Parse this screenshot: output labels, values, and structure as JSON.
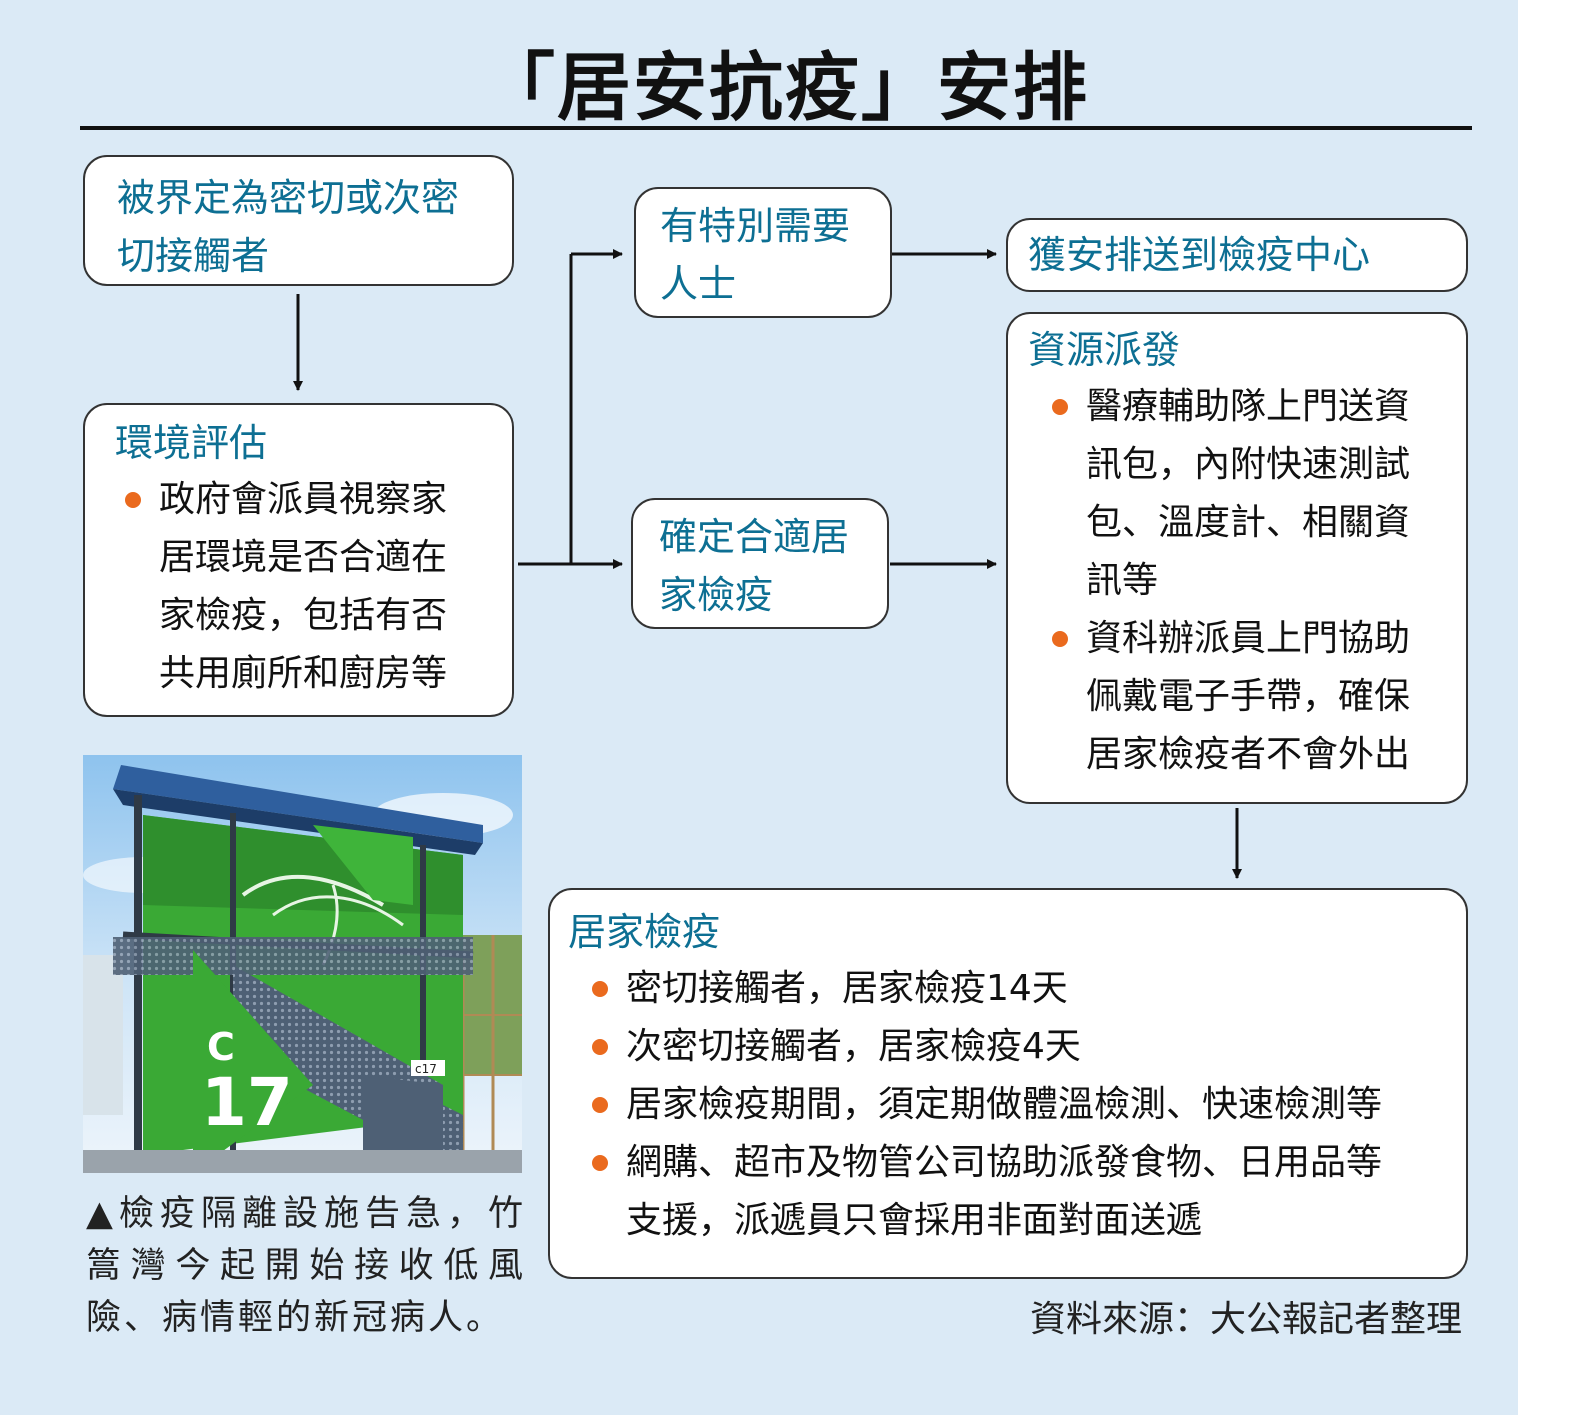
{
  "title": "「居安抗疫」安排",
  "box_contacts": {
    "lines": [
      "被界定為密切或次密",
      "切接觸者"
    ]
  },
  "box_assessment": {
    "heading": "環境評估",
    "items": [
      [
        "政府會派員視察家",
        "居環境是否合適在",
        "家檢疫，包括有否",
        "共用廁所和廚房等"
      ]
    ]
  },
  "box_special": {
    "lines": [
      "有特別需要",
      "人士"
    ]
  },
  "box_suitable": {
    "lines": [
      "確定合適居",
      "家檢疫"
    ]
  },
  "box_centre": {
    "text": "獲安排送到檢疫中心"
  },
  "box_resources": {
    "heading": "資源派發",
    "items": [
      [
        "醫療輔助隊上門送資",
        "訊包，內附快速測試",
        "包、溫度計、相關資",
        "訊等"
      ],
      [
        "資科辦派員上門協助",
        "佩戴電子手帶，確保",
        "居家檢疫者不會外出"
      ]
    ]
  },
  "box_home": {
    "heading": "居家檢疫",
    "items": [
      [
        "密切接觸者，居家檢疫14天"
      ],
      [
        "次密切接觸者，居家檢疫4天"
      ],
      [
        "居家檢疫期間，須定期做體溫檢測、快速檢測等"
      ],
      [
        "網購、超市及物管公司協助派發食物、日用品等",
        "支援，派遞員只會採用非面對面送遞"
      ]
    ]
  },
  "photo": {
    "sign_letter": "C",
    "sign_number": "17",
    "plate": "c17"
  },
  "caption": {
    "lines": [
      "▲檢疫隔離設施告急，竹",
      "篙灣今起開始接收低風",
      "險、病情輕的新冠病人。"
    ]
  },
  "source": "資料來源：大公報記者整理",
  "colors": {
    "background": "#dbeaf6",
    "heading": "#0d6f93",
    "bullet": "#ea6a1e",
    "sign_green": "#3aa935"
  }
}
